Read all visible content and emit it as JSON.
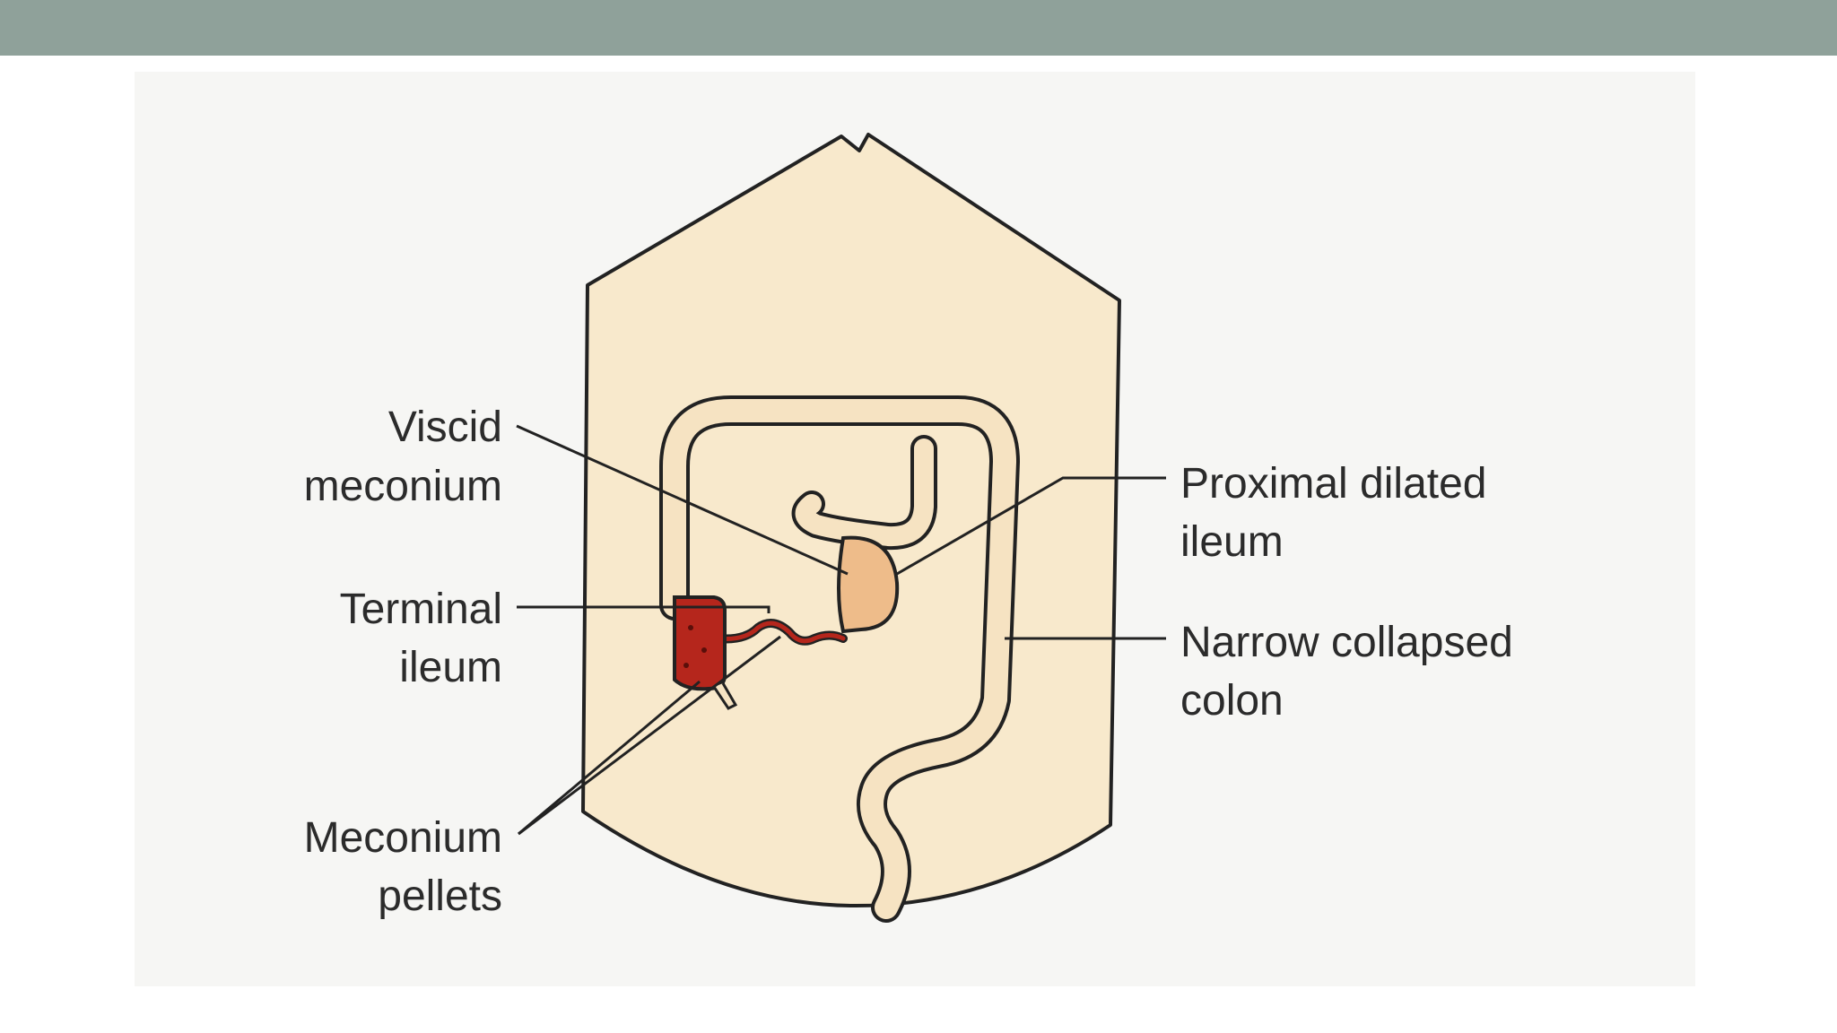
{
  "labels": {
    "viscid_meconium": [
      "Viscid",
      "meconium"
    ],
    "terminal_ileum": [
      "Terminal",
      "ileum"
    ],
    "meconium_pellets": [
      "Meconium",
      "pellets"
    ],
    "proximal_dilated_ileum": [
      "Proximal dilated",
      "ileum"
    ],
    "narrow_collapsed_colon": [
      "Narrow collapsed",
      "colon"
    ]
  },
  "colors": {
    "header_bar": "#8fa19a",
    "abdomen_fill": "#f8e9cc",
    "bowel_fill": "#f6e3c2",
    "dilated_ileum": "#eebc8a",
    "terminal_ileum": "#b5261c",
    "outline": "#222222"
  }
}
